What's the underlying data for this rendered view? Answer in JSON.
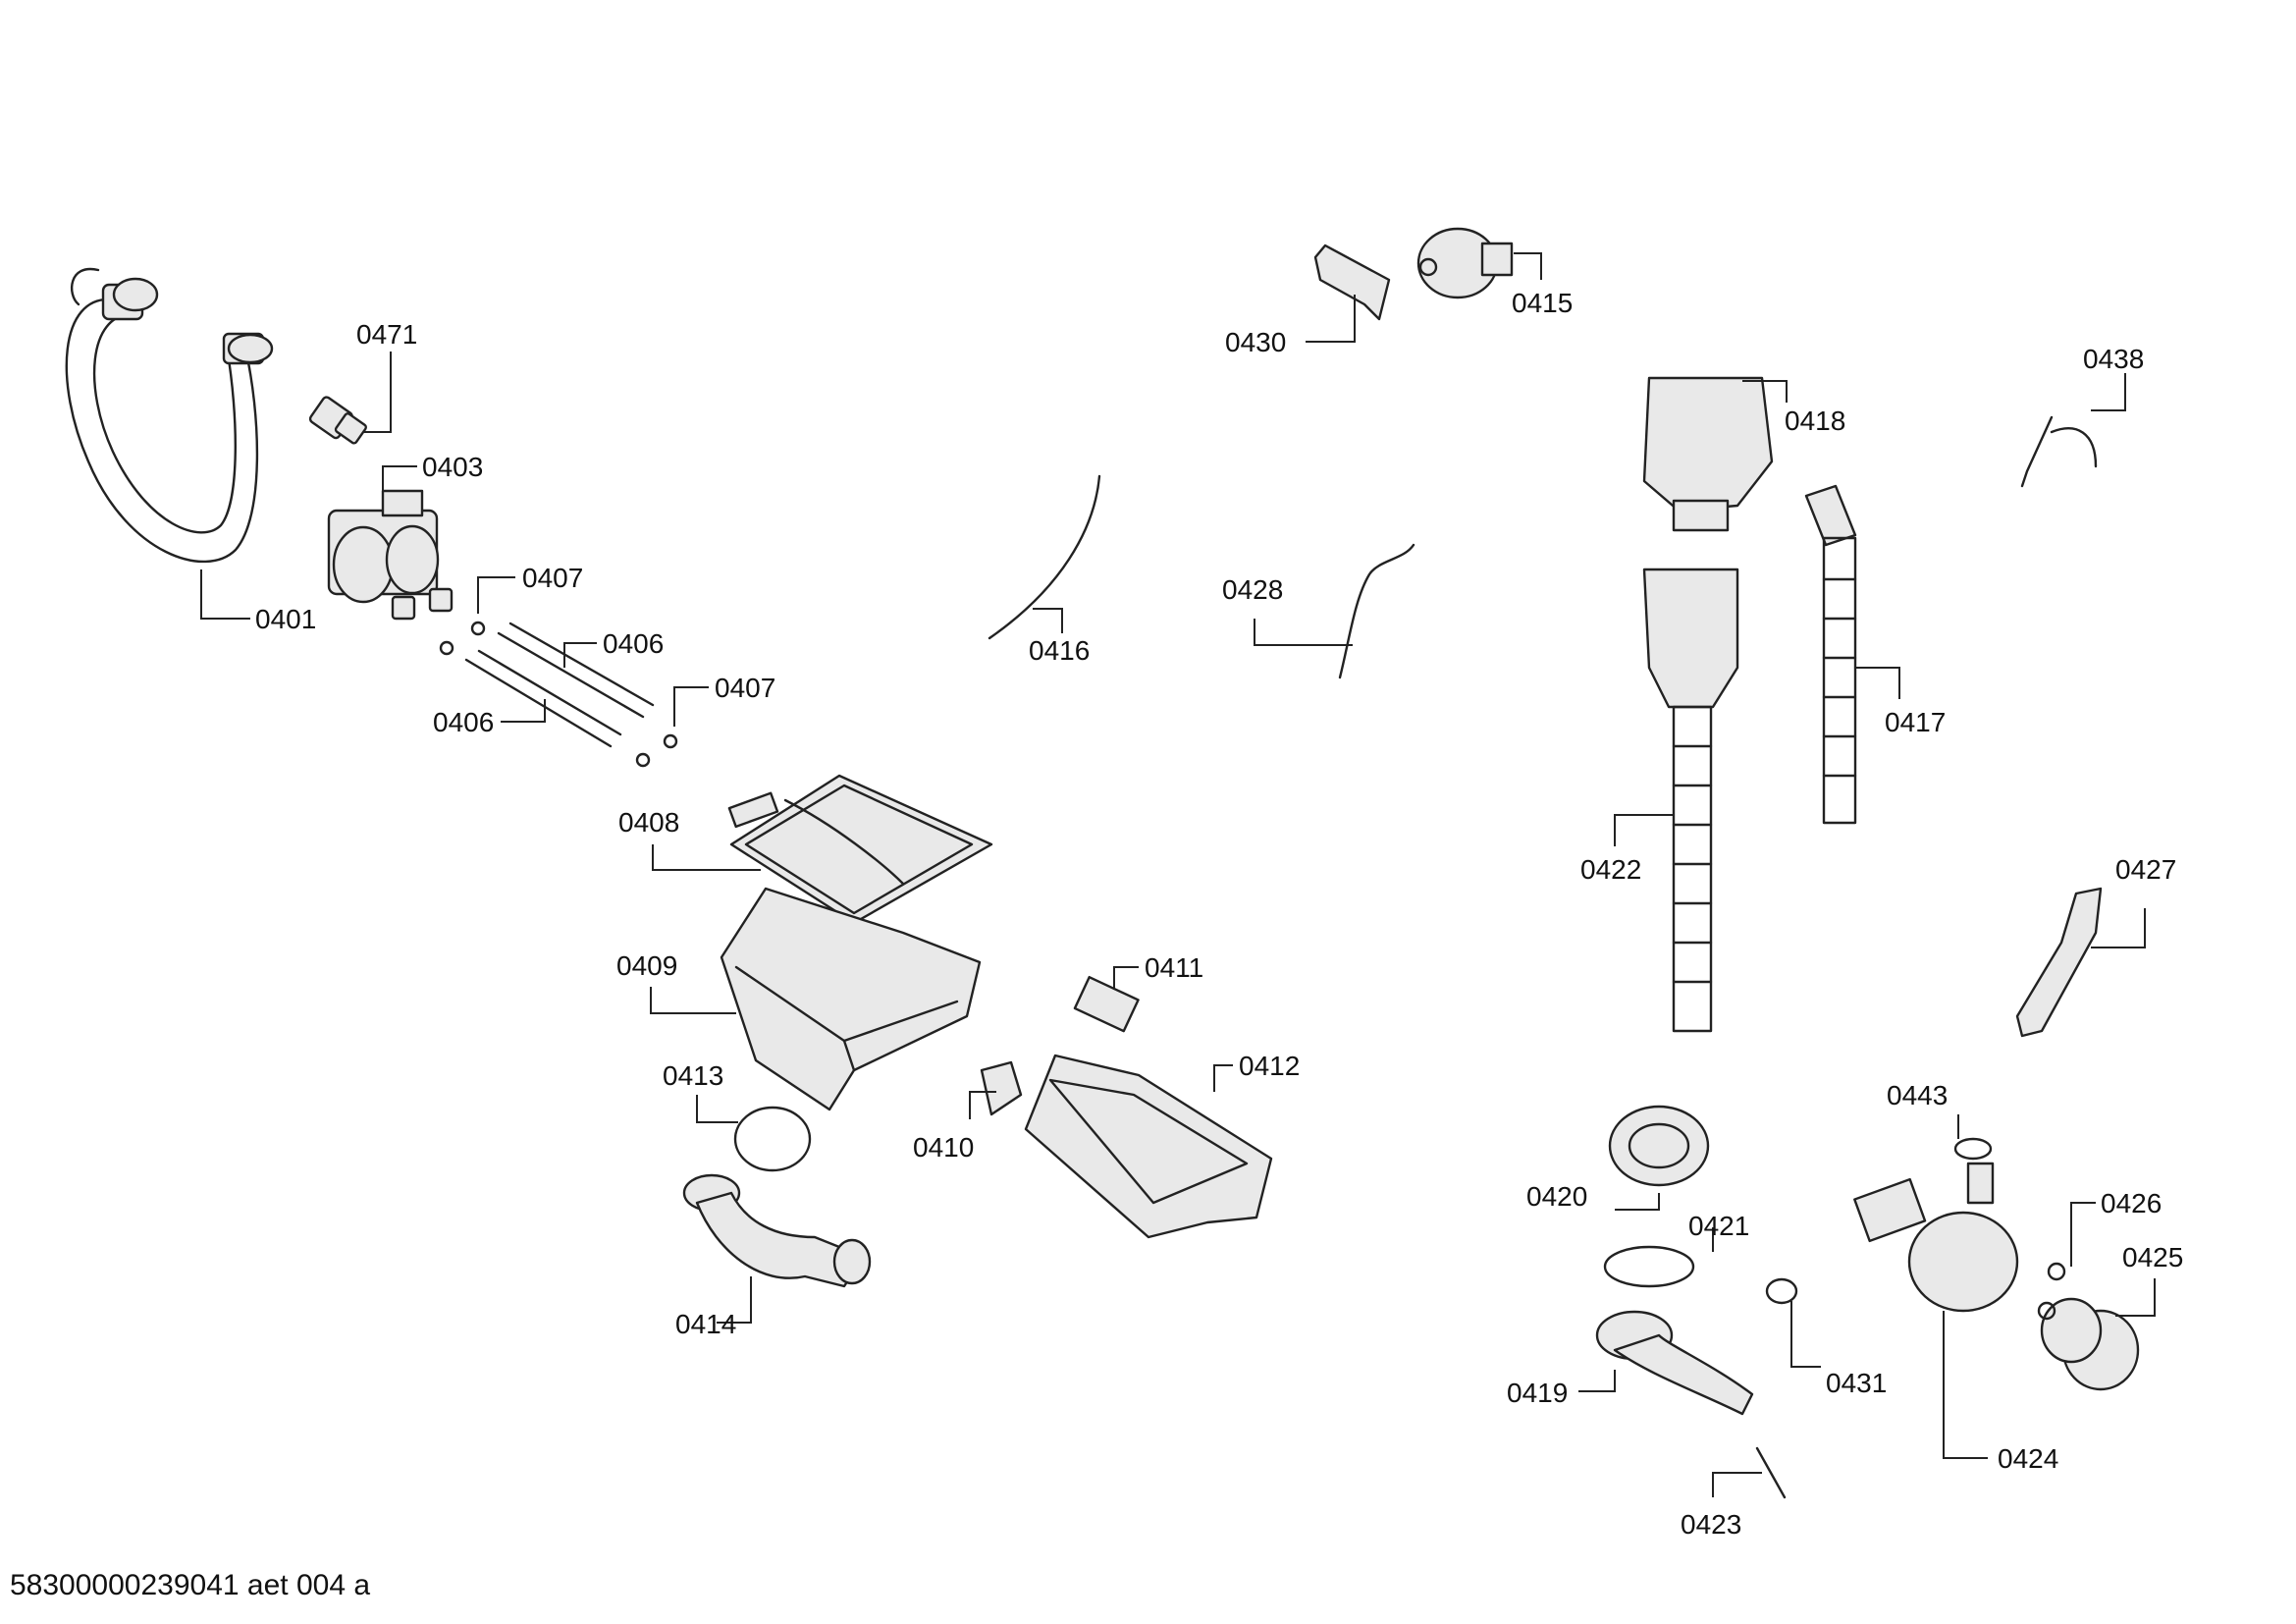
{
  "labels": {
    "p0401": "0401",
    "p0403": "0403",
    "p0406a": "0406",
    "p0406b": "0406",
    "p0407a": "0407",
    "p0407b": "0407",
    "p0408": "0408",
    "p0409": "0409",
    "p0410": "0410",
    "p0411": "0411",
    "p0412": "0412",
    "p0413": "0413",
    "p0414": "0414",
    "p0415": "0415",
    "p0416": "0416",
    "p0417": "0417",
    "p0418": "0418",
    "p0419": "0419",
    "p0420": "0420",
    "p0421": "0421",
    "p0422": "0422",
    "p0423": "0423",
    "p0424": "0424",
    "p0425": "0425",
    "p0426": "0426",
    "p0427": "0427",
    "p0428": "0428",
    "p0430": "0430",
    "p0431": "0431",
    "p0438": "0438",
    "p0443": "0443",
    "p0471": "0471"
  },
  "document_id": "58300000239041 aet 004 a"
}
